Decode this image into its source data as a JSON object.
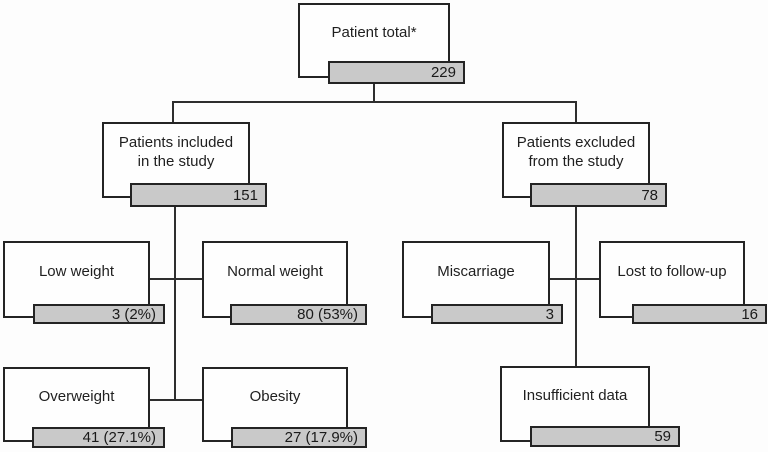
{
  "flowchart": {
    "nodes": {
      "patient_total": {
        "label": "Patient total*",
        "value": "229",
        "children": [
          "included",
          "excluded"
        ]
      },
      "included": {
        "label": "Patients included\nin the study",
        "value": "151",
        "children": [
          "low_weight",
          "normal_weight",
          "overweight",
          "obesity"
        ]
      },
      "excluded": {
        "label": "Patients excluded\nfrom the study",
        "value": "78",
        "children": [
          "miscarriage",
          "lost_to_follow_up",
          "insufficient_data"
        ]
      },
      "low_weight": {
        "label": "Low weight",
        "value": "3 (2%)"
      },
      "normal_weight": {
        "label": "Normal weight",
        "value": "80 (53%)"
      },
      "overweight": {
        "label": "Overweight",
        "value": "41 (27.1%)"
      },
      "obesity": {
        "label": "Obesity",
        "value": "27 (17.9%)"
      },
      "miscarriage": {
        "label": "Miscarriage",
        "value": "3"
      },
      "lost_to_follow_up": {
        "label": "Lost to follow-up",
        "value": "16"
      },
      "insufficient_data": {
        "label": "Insufficient data",
        "value": "59"
      }
    },
    "colors": {
      "bar_fill": "#c9c9c9",
      "border": "#242424",
      "line": "#2e2e2e",
      "background": "#fdfdfd"
    }
  }
}
